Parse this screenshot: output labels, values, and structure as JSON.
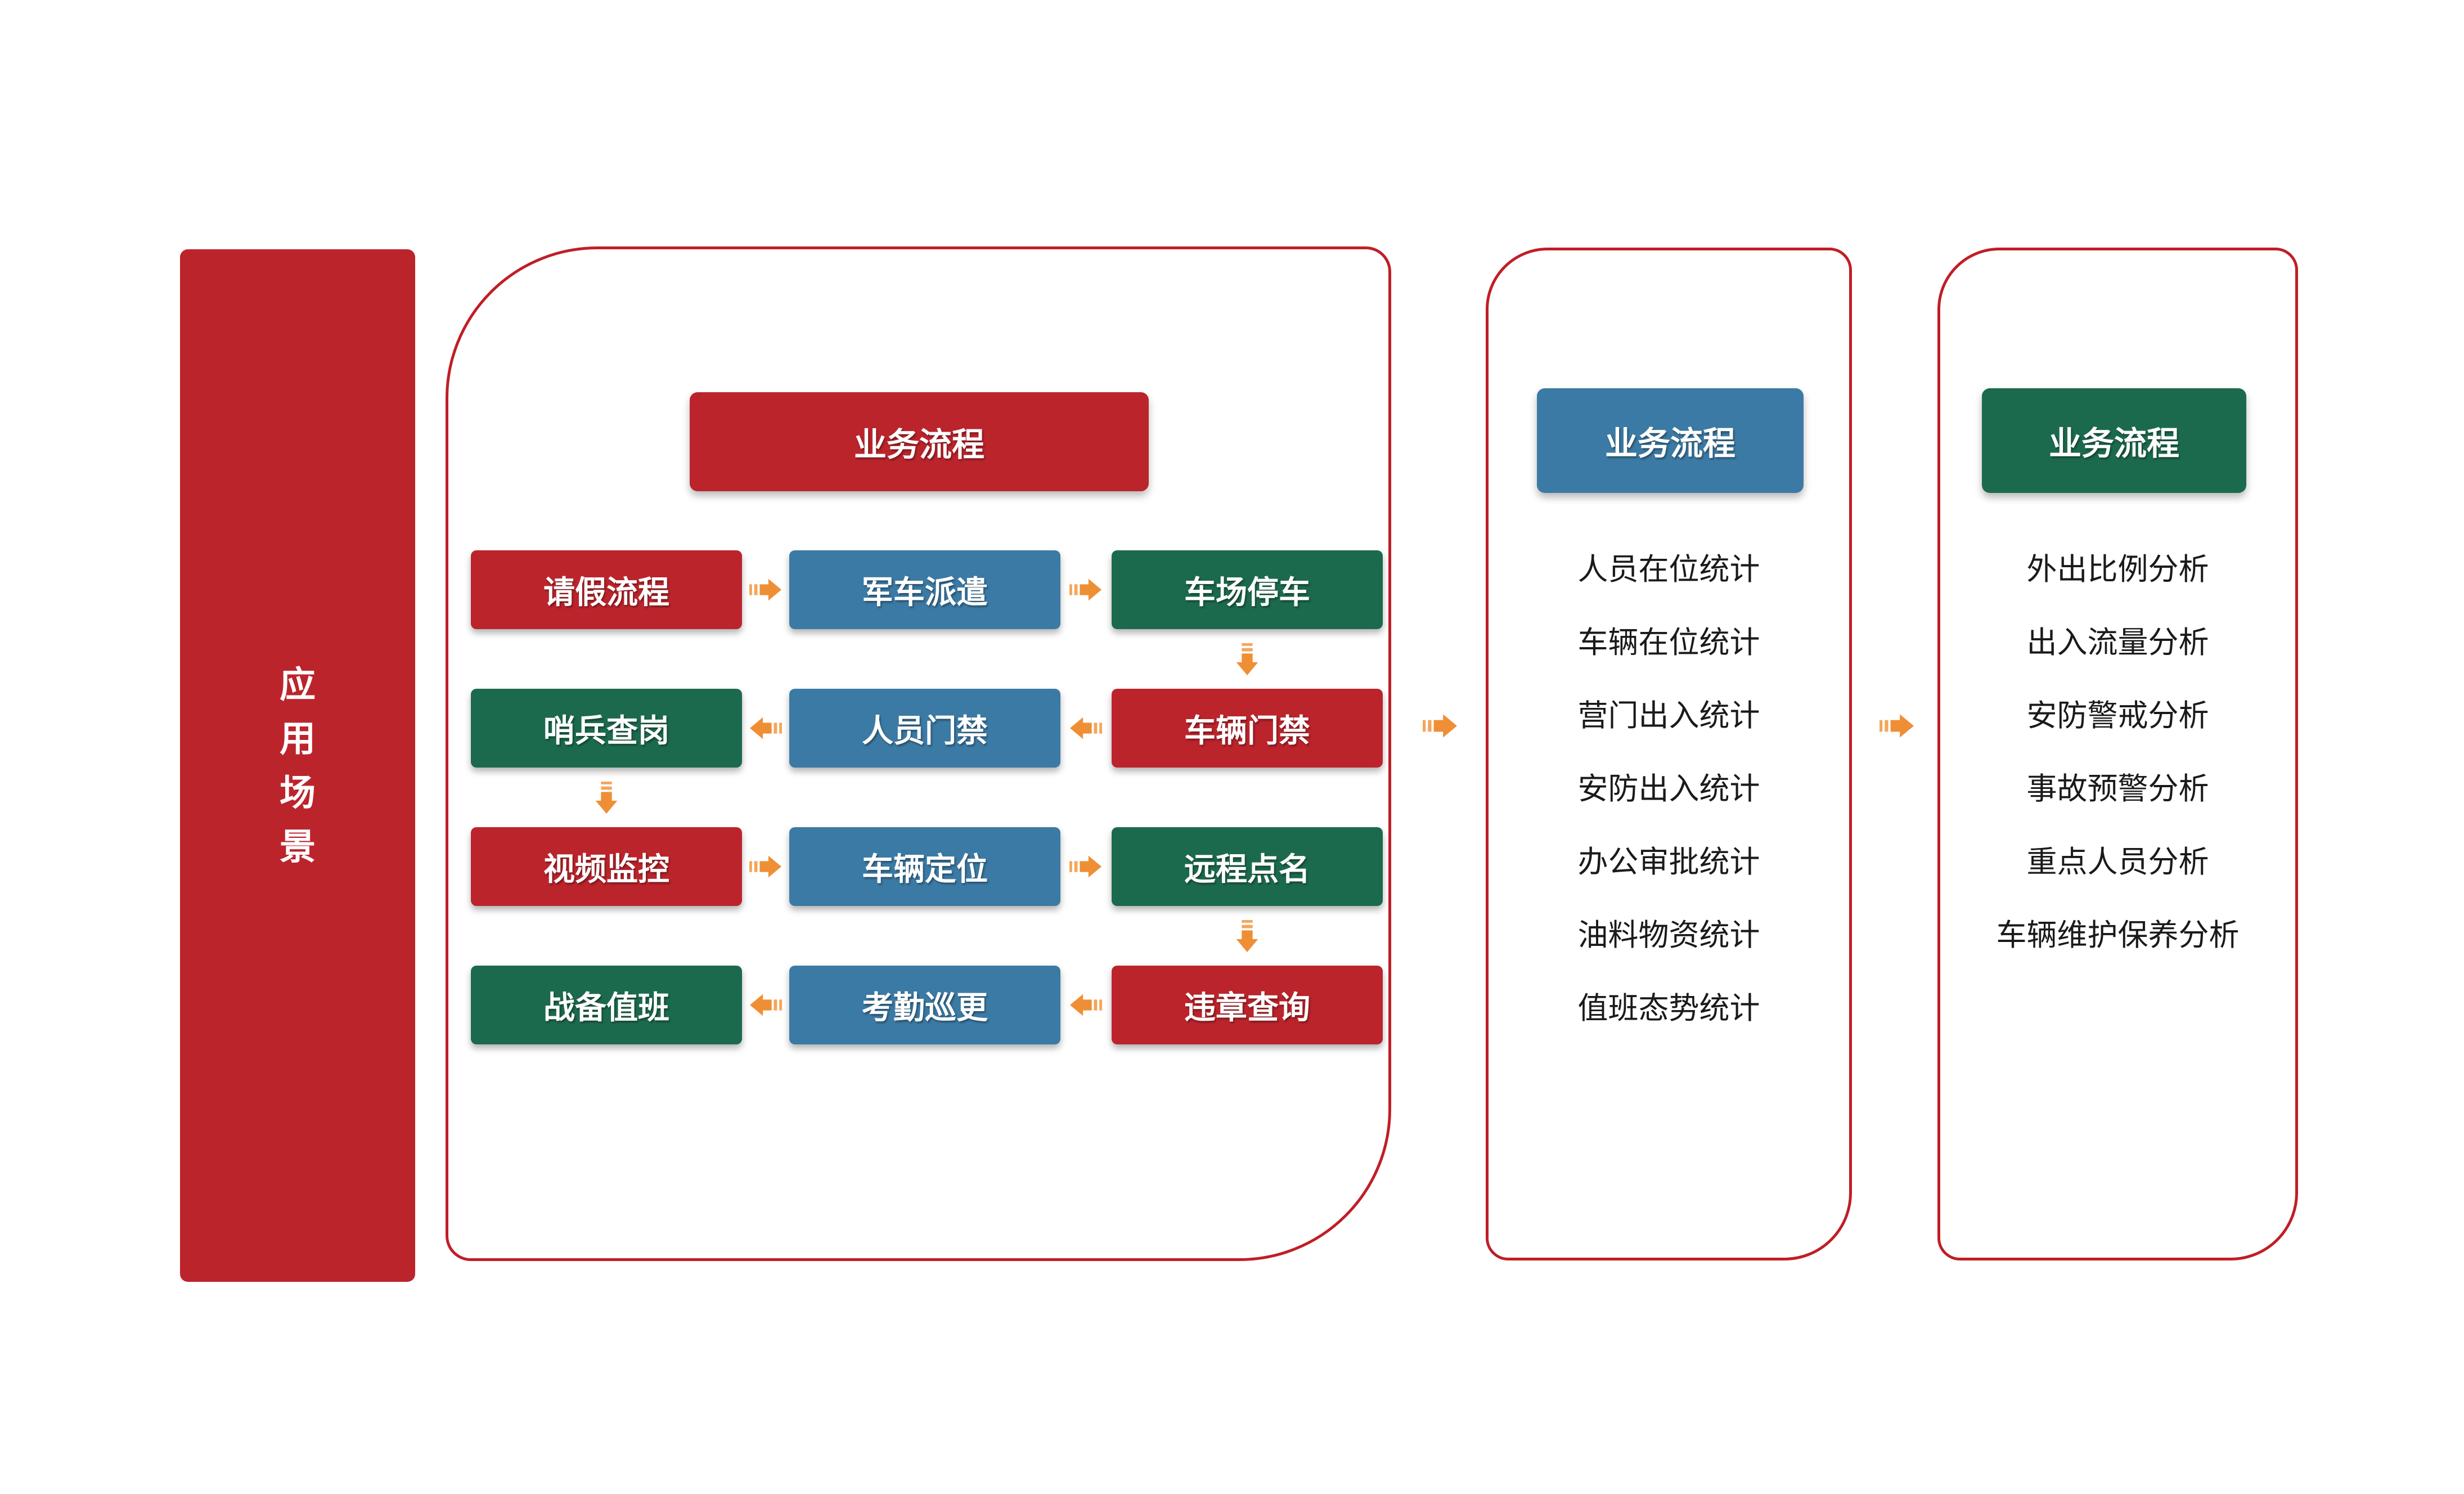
{
  "colors": {
    "red": "#BC242C",
    "blue": "#3B7AA4",
    "green": "#1C6A4D",
    "orange": "#EF8F35",
    "panel_border": "#C01E26",
    "list_text": "#1A1A1A"
  },
  "sidebar": {
    "title": "应用场景",
    "chars": [
      "应",
      "用",
      "场",
      "景"
    ]
  },
  "flow_panel": {
    "title": "业务流程",
    "rows": [
      {
        "direction": "right",
        "cells": [
          {
            "label": "请假流程",
            "color": "red"
          },
          {
            "label": "军车派遣",
            "color": "blue"
          },
          {
            "label": "车场停车",
            "color": "green"
          }
        ]
      },
      {
        "direction": "left",
        "cells": [
          {
            "label": "哨兵查岗",
            "color": "green"
          },
          {
            "label": "人员门禁",
            "color": "blue"
          },
          {
            "label": "车辆门禁",
            "color": "red"
          }
        ]
      },
      {
        "direction": "right",
        "cells": [
          {
            "label": "视频监控",
            "color": "red"
          },
          {
            "label": "车辆定位",
            "color": "blue"
          },
          {
            "label": "远程点名",
            "color": "green"
          }
        ]
      },
      {
        "direction": "left",
        "cells": [
          {
            "label": "战备值班",
            "color": "green"
          },
          {
            "label": "考勤巡更",
            "color": "blue"
          },
          {
            "label": "违章查询",
            "color": "red"
          }
        ]
      }
    ]
  },
  "stats_panel": {
    "title": "业务流程",
    "items": [
      "人员在位统计",
      "车辆在位统计",
      "营门出入统计",
      "安防出入统计",
      "办公审批统计",
      "油料物资统计",
      "值班态势统计"
    ]
  },
  "analysis_panel": {
    "title": "业务流程",
    "items": [
      "外出比例分析",
      "出入流量分析",
      "安防警戒分析",
      "事故预警分析",
      "重点人员分析",
      "车辆维护保养分析"
    ]
  }
}
